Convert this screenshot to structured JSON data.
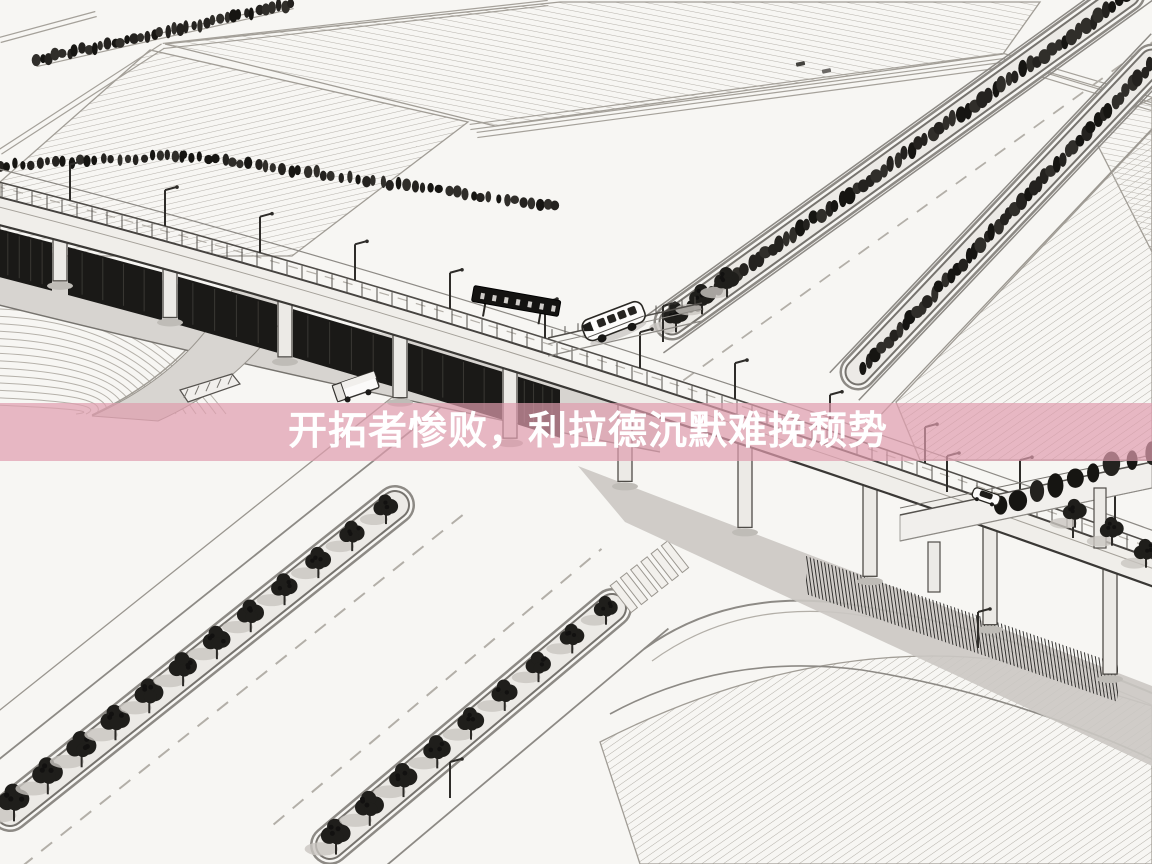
{
  "banner": {
    "title": "开拓者惨败，利拉德沉默难挽颓势",
    "background_color": "#E09DAE",
    "text_color": "#FFFFFF"
  },
  "scene": {
    "description": "Black-and-white aerial line-art illustration of a multi-level highway interchange: an elevated viaduct with lamp posts and guardrails, tree-lined boulevards and avenues, hatched farm fields, a shuttle bus, a box truck, a car and an overhead sign gantry.",
    "objects": [
      "elevated-viaduct",
      "overhead-sign-gantry",
      "shuttle-bus",
      "box-truck",
      "car",
      "tree-lined-median",
      "crosswalk",
      "farm-fields"
    ],
    "palette": {
      "paper": "#F7F6F3",
      "ink": "#2A2824",
      "light_line": "#A5A19A",
      "road_gray": "#D7D4D0",
      "shadow_gray": "#CBC8C3",
      "tree_dark": "#1A1917"
    }
  }
}
